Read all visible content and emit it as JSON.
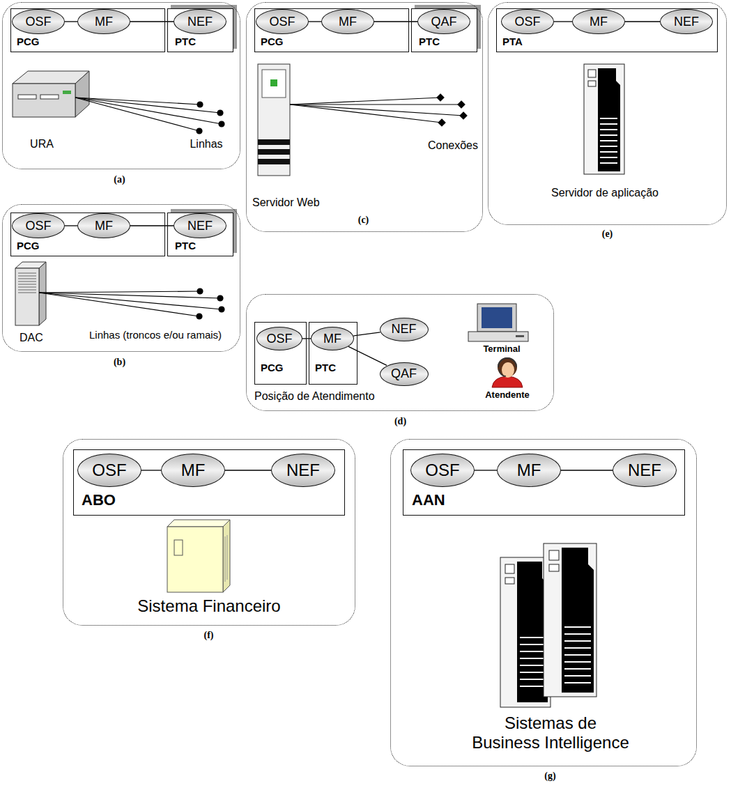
{
  "diagram": {
    "nodes": [
      {
        "text": [
          "(a)"
        ]
      },
      {
        "text": [
          "PCG"
        ],
        "in": 0
      },
      {
        "text": [
          "OSF"
        ],
        "in": 1
      },
      {
        "text": [
          "MF"
        ],
        "in": 1
      },
      {
        "text": [
          "PTC"
        ],
        "in": 0
      },
      {
        "text": [
          "NEF"
        ],
        "in": 4
      },
      {
        "text": [
          "(b)"
        ]
      },
      {
        "text": [
          "PCG"
        ],
        "in": 6
      },
      {
        "text": [
          "OSF"
        ],
        "in": 7
      },
      {
        "text": [
          "MF"
        ],
        "in": 7
      },
      {
        "text": [
          "PTC"
        ],
        "in": 6
      },
      {
        "text": [
          "NEF"
        ],
        "in": 10
      },
      {
        "text": [
          "(c)"
        ]
      },
      {
        "text": [
          "PCG"
        ],
        "in": 12
      },
      {
        "text": [
          "OSF"
        ],
        "in": 13
      },
      {
        "text": [
          "MF"
        ],
        "in": 13
      },
      {
        "text": [
          "PTC"
        ],
        "in": 12
      },
      {
        "text": [
          "QAF"
        ],
        "in": 16
      },
      {
        "text": [
          "(d)"
        ]
      },
      {
        "text": [
          "PCG"
        ],
        "in": 18
      },
      {
        "text": [
          "OSF"
        ],
        "in": 19
      },
      {
        "text": [
          "PTC"
        ],
        "in": 18
      },
      {
        "text": [
          "MF"
        ],
        "in": 21
      },
      {
        "text": [
          "NEF"
        ],
        "in": 18
      },
      {
        "text": [
          "QAF"
        ],
        "in": 18
      },
      {
        "text": [
          "(e)"
        ]
      },
      {
        "text": [
          "PTA"
        ],
        "in": 25
      },
      {
        "text": [
          "OSF"
        ],
        "in": 26
      },
      {
        "text": [
          "MF"
        ],
        "in": 26
      },
      {
        "text": [
          "NEF"
        ],
        "in": 26
      },
      {
        "text": [
          "(f)"
        ]
      },
      {
        "text": [
          "ABO"
        ],
        "in": 30
      },
      {
        "text": [
          "OSF"
        ],
        "in": 31
      },
      {
        "text": [
          "MF"
        ],
        "in": 31
      },
      {
        "text": [
          "NEF"
        ],
        "in": 31
      },
      {
        "text": [
          "(g)"
        ]
      },
      {
        "text": [
          "AAN"
        ],
        "in": 35
      },
      {
        "text": [
          "OSF"
        ],
        "in": 36
      },
      {
        "text": [
          "MF"
        ],
        "in": 36
      },
      {
        "text": [
          "NEF"
        ],
        "in": 36
      }
    ],
    "edges": [
      {
        "from": 2,
        "to": 3,
        "arrow": "none"
      },
      {
        "from": 3,
        "to": 5,
        "arrow": "none"
      },
      {
        "from": 8,
        "to": 9,
        "arrow": "none"
      },
      {
        "from": 9,
        "to": 11,
        "arrow": "none"
      },
      {
        "from": 14,
        "to": 15,
        "arrow": "none"
      },
      {
        "from": 15,
        "to": 17,
        "arrow": "none"
      },
      {
        "from": 20,
        "to": 22,
        "arrow": "none"
      },
      {
        "from": 22,
        "to": 23,
        "arrow": "none"
      },
      {
        "from": 22,
        "to": 24,
        "arrow": "none"
      },
      {
        "from": 27,
        "to": 28,
        "arrow": "none"
      },
      {
        "from": 28,
        "to": 29,
        "arrow": "none"
      },
      {
        "from": 32,
        "to": 33,
        "arrow": "none"
      },
      {
        "from": 33,
        "to": 34,
        "arrow": "none"
      },
      {
        "from": 37,
        "to": 38,
        "arrow": "none"
      },
      {
        "from": 38,
        "to": 39,
        "arrow": "none"
      }
    ],
    "labels": [
      "URA",
      "Linhas",
      "Servidor Web",
      "Conexões",
      "Servidor de aplicação",
      "DAC",
      "Linhas (troncos e/ou ramais)",
      "Terminal",
      "Atendente",
      "Posição de Atendimento",
      "Sistema Financeiro",
      "Sistemas de Business Intelligence"
    ]
  }
}
